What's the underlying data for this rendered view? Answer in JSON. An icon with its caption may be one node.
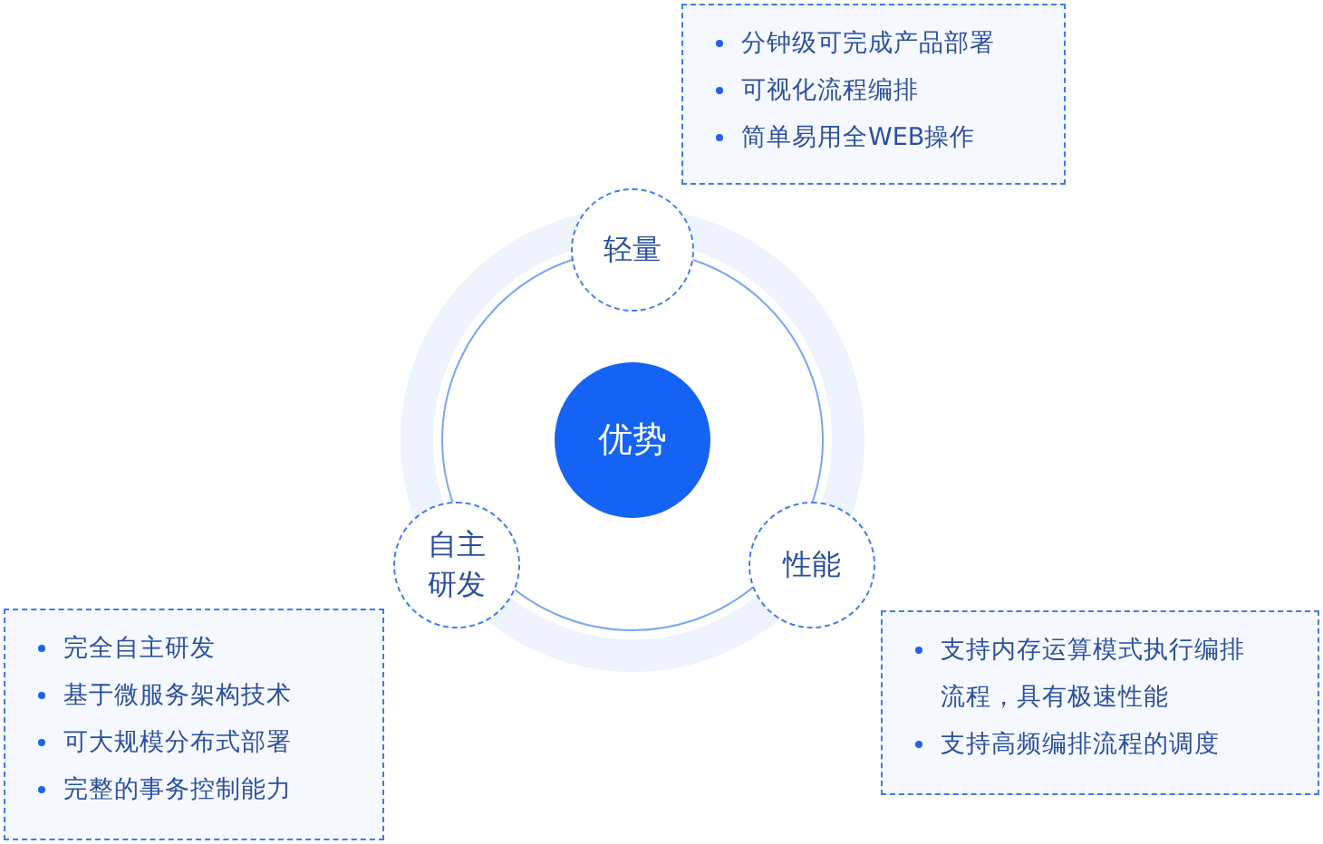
{
  "diagram": {
    "nodes": [
      {
        "text": [
          "分钟级可完成产品部署",
          "可视化流程编排",
          "简单易用全WEB操作"
        ]
      },
      {
        "text": [
          "轻量"
        ]
      },
      {
        "text": [
          "优势"
        ]
      },
      {
        "text": [
          "自主研发"
        ]
      },
      {
        "text": [
          "性能"
        ]
      },
      {
        "text": [
          "完全自主研发",
          "基于微服务架构技术",
          "可大规模分布式部署",
          "完整的事务控制能力"
        ]
      },
      {
        "text": [
          "支持内存运算模式执行编排流程，具有极速性能",
          "支持高频编排流程的调度"
        ]
      }
    ]
  }
}
